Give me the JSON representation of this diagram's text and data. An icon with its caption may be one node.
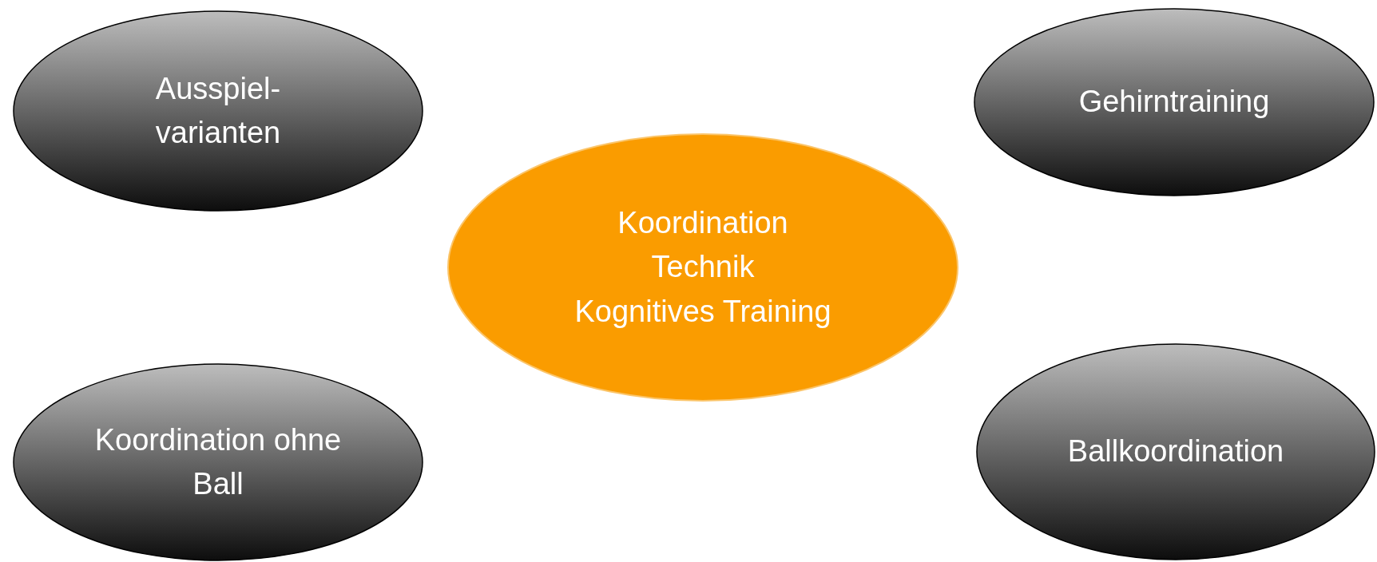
{
  "diagram": {
    "nodes": [
      {
        "text": [
          "Ausspiel- varianten"
        ]
      },
      {
        "text": [
          "Gehirntraining"
        ]
      },
      {
        "text": [
          "Koordination",
          "Technik",
          "Kognitives Training"
        ]
      },
      {
        "text": [
          "Koordination ohne Ball"
        ]
      },
      {
        "text": [
          "Ballkoordination"
        ]
      }
    ]
  }
}
